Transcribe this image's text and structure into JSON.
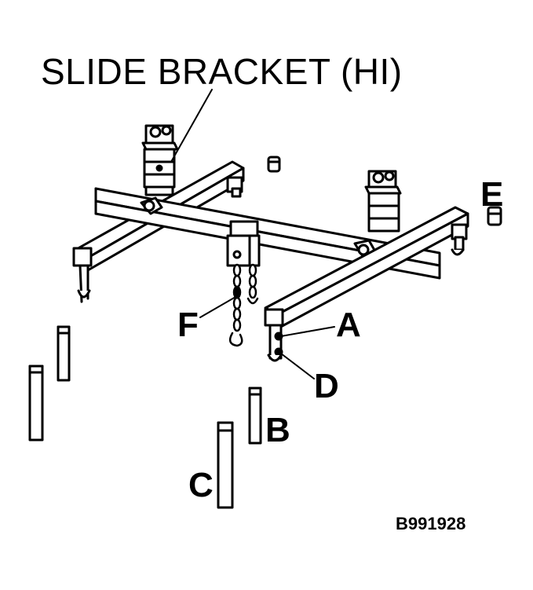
{
  "diagram": {
    "title": "SLIDE BRACKET (HI)",
    "callouts": {
      "a": "A",
      "b": "B",
      "c": "C",
      "d": "D",
      "e": "E",
      "f": "F"
    },
    "figure_code": "B991928"
  },
  "colors": {
    "ink": "#000000",
    "fill": "#ffffff",
    "shade": "#bdbdbd"
  }
}
